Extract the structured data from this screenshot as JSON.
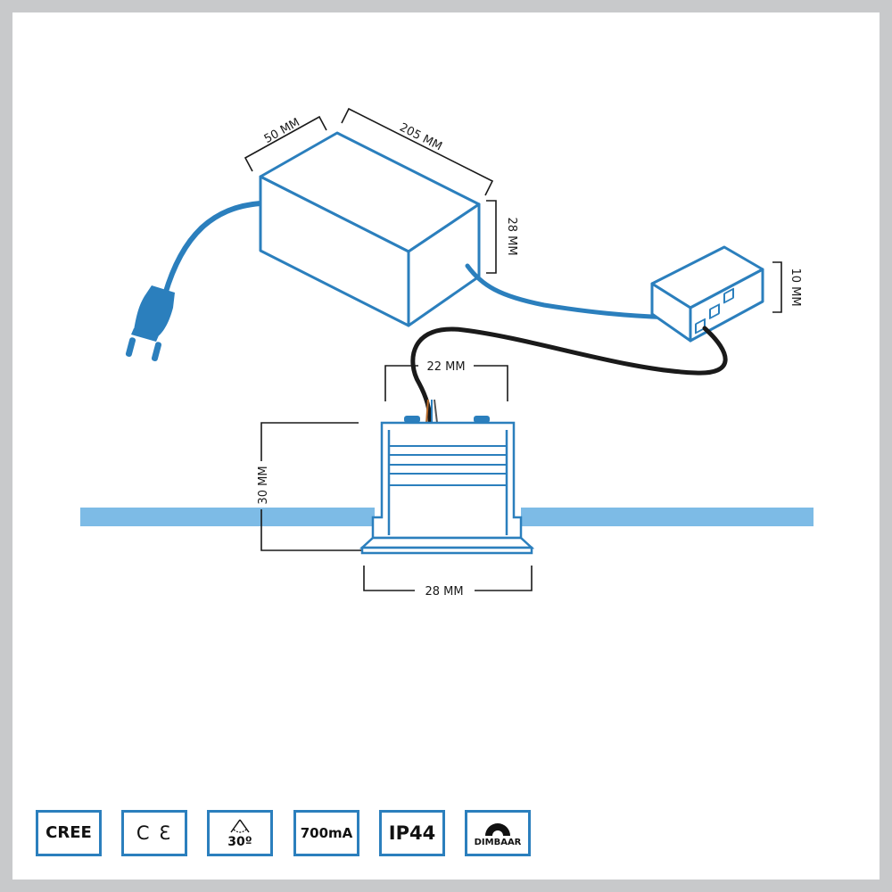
{
  "colors": {
    "accent": "#2b7fbd",
    "ceiling": "#7dbbe6",
    "cable_dark": "#1a1a1a",
    "border": "#c8c9cb"
  },
  "dimensions": {
    "driver_depth": "50 MM",
    "driver_length": "205 MM",
    "driver_height": "28 MM",
    "junction_height": "10 MM",
    "spot_top_width": "22 MM",
    "spot_height": "30 MM",
    "spot_bottom_width": "28 MM"
  },
  "badges": [
    {
      "id": "cree",
      "label": "CREE",
      "icon": "none"
    },
    {
      "id": "ce",
      "label": "C Ɛ",
      "icon": "ce-mark"
    },
    {
      "id": "beam",
      "label": "30º",
      "icon": "beam-angle-icon"
    },
    {
      "id": "current",
      "label": "700mA",
      "icon": "none"
    },
    {
      "id": "ip",
      "label": "IP44",
      "icon": "none"
    },
    {
      "id": "dim",
      "label": "DIMBAAR",
      "icon": "dimmer-icon"
    }
  ]
}
